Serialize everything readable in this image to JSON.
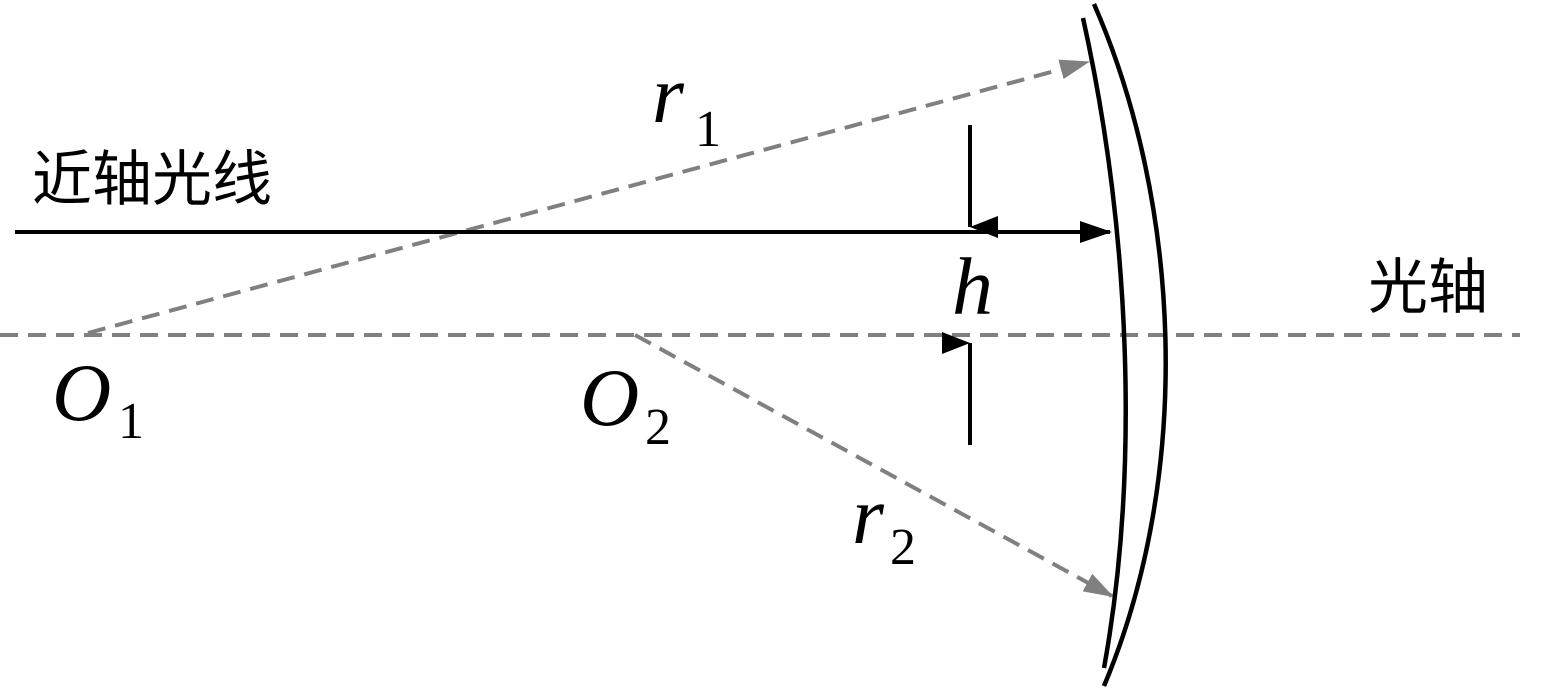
{
  "labels": {
    "paraxial_ray": "近轴光线",
    "optical_axis": "光轴",
    "r1": {
      "symbol": "r",
      "subscript": "1"
    },
    "r2": {
      "symbol": "r",
      "subscript": "2"
    },
    "h": {
      "symbol": "h"
    },
    "O1": {
      "symbol": "O",
      "subscript": "1"
    },
    "O2": {
      "symbol": "O",
      "subscript": "2"
    }
  },
  "colors": {
    "ray": "#000000",
    "dashed": "#808080",
    "lens": "#000000",
    "background": "#ffffff"
  }
}
